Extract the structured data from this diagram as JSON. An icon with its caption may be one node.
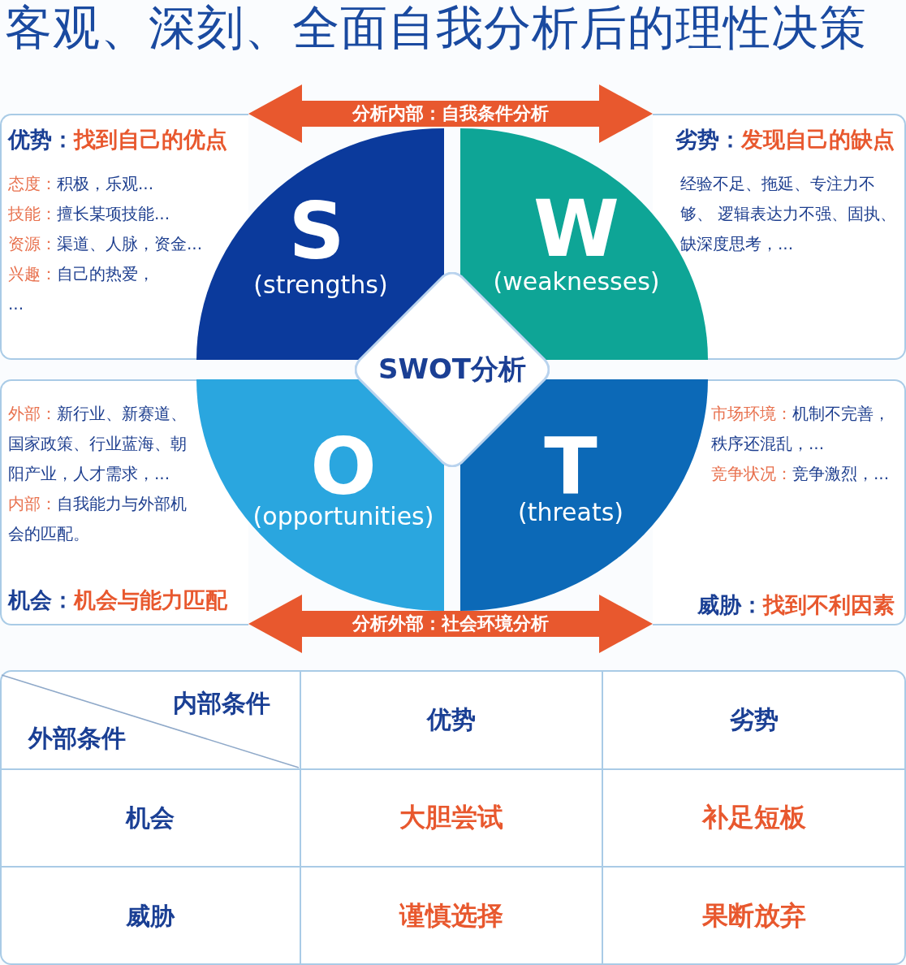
{
  "diagram": {
    "title": "客观、深刻、全面自我分析后的理性决策",
    "nodes": [
      {
        "text": [
          "优势：",
          "找到自己的优点",
          "态度：",
          "积极，乐观...",
          "技能：",
          "擅长某项技能...",
          "资源：",
          "渠道、人脉，资金...",
          "兴趣：",
          "自己的热爱，",
          "..."
        ]
      },
      {
        "text": [
          "劣势：",
          "发现自己的缺点",
          "经验不足、拖延、专注力不够、 逻辑表达力不强、固执、缺深度思考，..."
        ]
      },
      {
        "text": [
          "S",
          "(strengths)"
        ]
      },
      {
        "text": [
          "W",
          "(weaknesses)"
        ]
      },
      {
        "text": [
          "SWOT分析"
        ]
      },
      {
        "text": [
          "O",
          "(opportunities)"
        ]
      },
      {
        "text": [
          "T",
          "(threats)"
        ]
      },
      {
        "text": [
          "外部：",
          "新行业、新赛道、国家政策、行业蓝海、朝阳产业，人才需求，...",
          "内部：",
          "自我能力与外部机会的匹配。",
          "机会：",
          "机会与能力匹配"
        ]
      },
      {
        "text": [
          "市场环境：",
          "机制不完善，秩序还混乱，...",
          "竞争状况：",
          "竞争激烈，...",
          "威胁：",
          "找到不利因素"
        ]
      }
    ],
    "edges": [
      {
        "from": 0,
        "to": 1,
        "arrow": "both",
        "label": "分析内部：自我条件分析"
      },
      {
        "from": 7,
        "to": 8,
        "arrow": "both",
        "label": "分析外部：社会环境分析"
      }
    ],
    "labels": [
      "内部条件",
      "外部条件",
      "优势",
      "劣势",
      "机会",
      "大胆尝试",
      "补足短板",
      "威胁",
      "谨慎选择",
      "果断放弃"
    ]
  }
}
